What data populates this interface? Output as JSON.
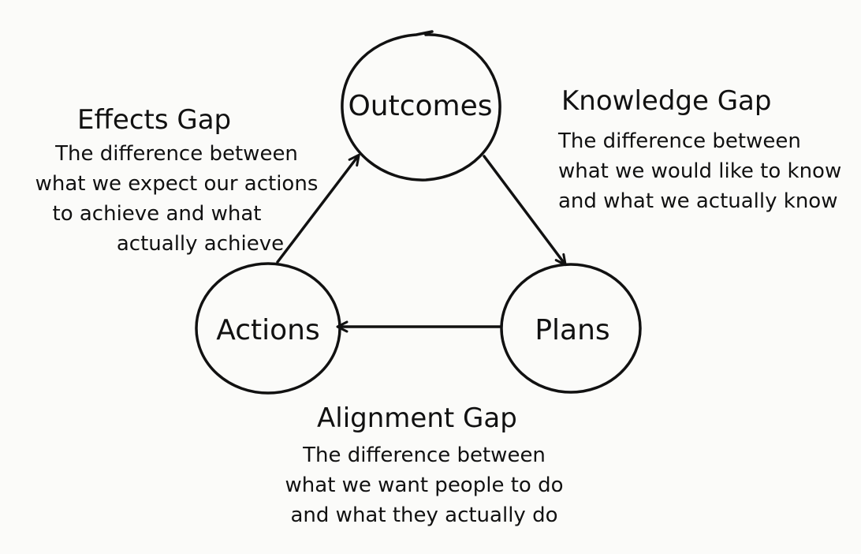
{
  "nodes": {
    "outcomes": "Outcomes",
    "actions": "Actions",
    "plans": "Plans"
  },
  "gaps": {
    "effects": {
      "title": "Effects Gap",
      "lines": [
        "The difference between",
        "what we expect our actions",
        "to achieve and what",
        "actually achieve"
      ]
    },
    "knowledge": {
      "title": "Knowledge Gap",
      "lines": [
        "The difference between",
        "what we would like to know",
        "and what we actually know"
      ]
    },
    "alignment": {
      "title": "Alignment Gap",
      "lines": [
        "The difference between",
        "what we want people to do",
        "and what they actually do"
      ]
    }
  },
  "colors": {
    "ink": "#111111",
    "paper": "#fbfbf9"
  }
}
